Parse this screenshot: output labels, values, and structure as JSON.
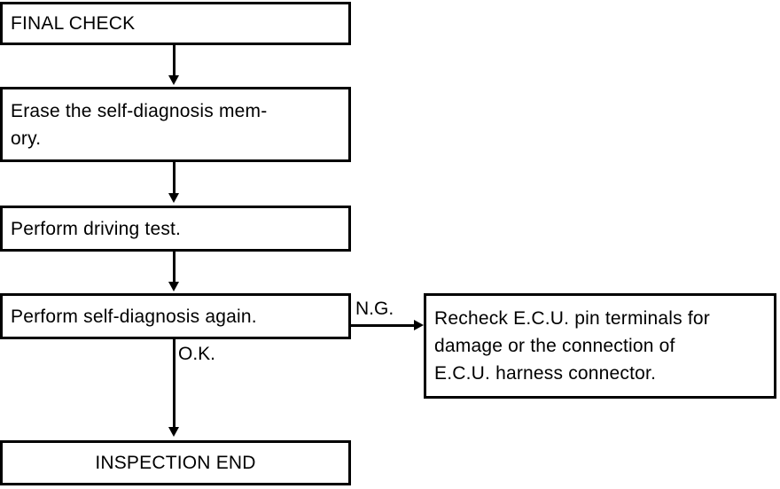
{
  "diagram": {
    "title": "FINAL CHECK flowchart",
    "type": "flowchart",
    "colors": {
      "stroke": "#000000",
      "fill": "#ffffff",
      "text": "#000000"
    },
    "nodes": [
      {
        "id": "final-check",
        "label": "FINAL CHECK",
        "shape": "rectangle"
      },
      {
        "id": "erase-memory",
        "label": "Erase the self-diagnosis mem-\nory.",
        "shape": "rectangle"
      },
      {
        "id": "driving-test",
        "label": "Perform driving test.",
        "shape": "rectangle"
      },
      {
        "id": "self-diagnosis-again",
        "label": "Perform self-diagnosis again.",
        "shape": "rectangle"
      },
      {
        "id": "recheck-ecu",
        "label": "Recheck E.C.U. pin terminals for\ndamage or the connection of\nE.C.U. harness connector.",
        "shape": "rectangle"
      },
      {
        "id": "inspection-end",
        "label": "INSPECTION END",
        "shape": "rectangle"
      }
    ],
    "edges": [
      {
        "id": "e1",
        "from": "final-check",
        "to": "erase-memory",
        "label": ""
      },
      {
        "id": "e2",
        "from": "erase-memory",
        "to": "driving-test",
        "label": ""
      },
      {
        "id": "e3",
        "from": "driving-test",
        "to": "self-diagnosis-again",
        "label": ""
      },
      {
        "id": "e4",
        "from": "self-diagnosis-again",
        "to": "recheck-ecu",
        "label": "N.G."
      },
      {
        "id": "e5",
        "from": "self-diagnosis-again",
        "to": "inspection-end",
        "label": "O.K."
      }
    ]
  }
}
